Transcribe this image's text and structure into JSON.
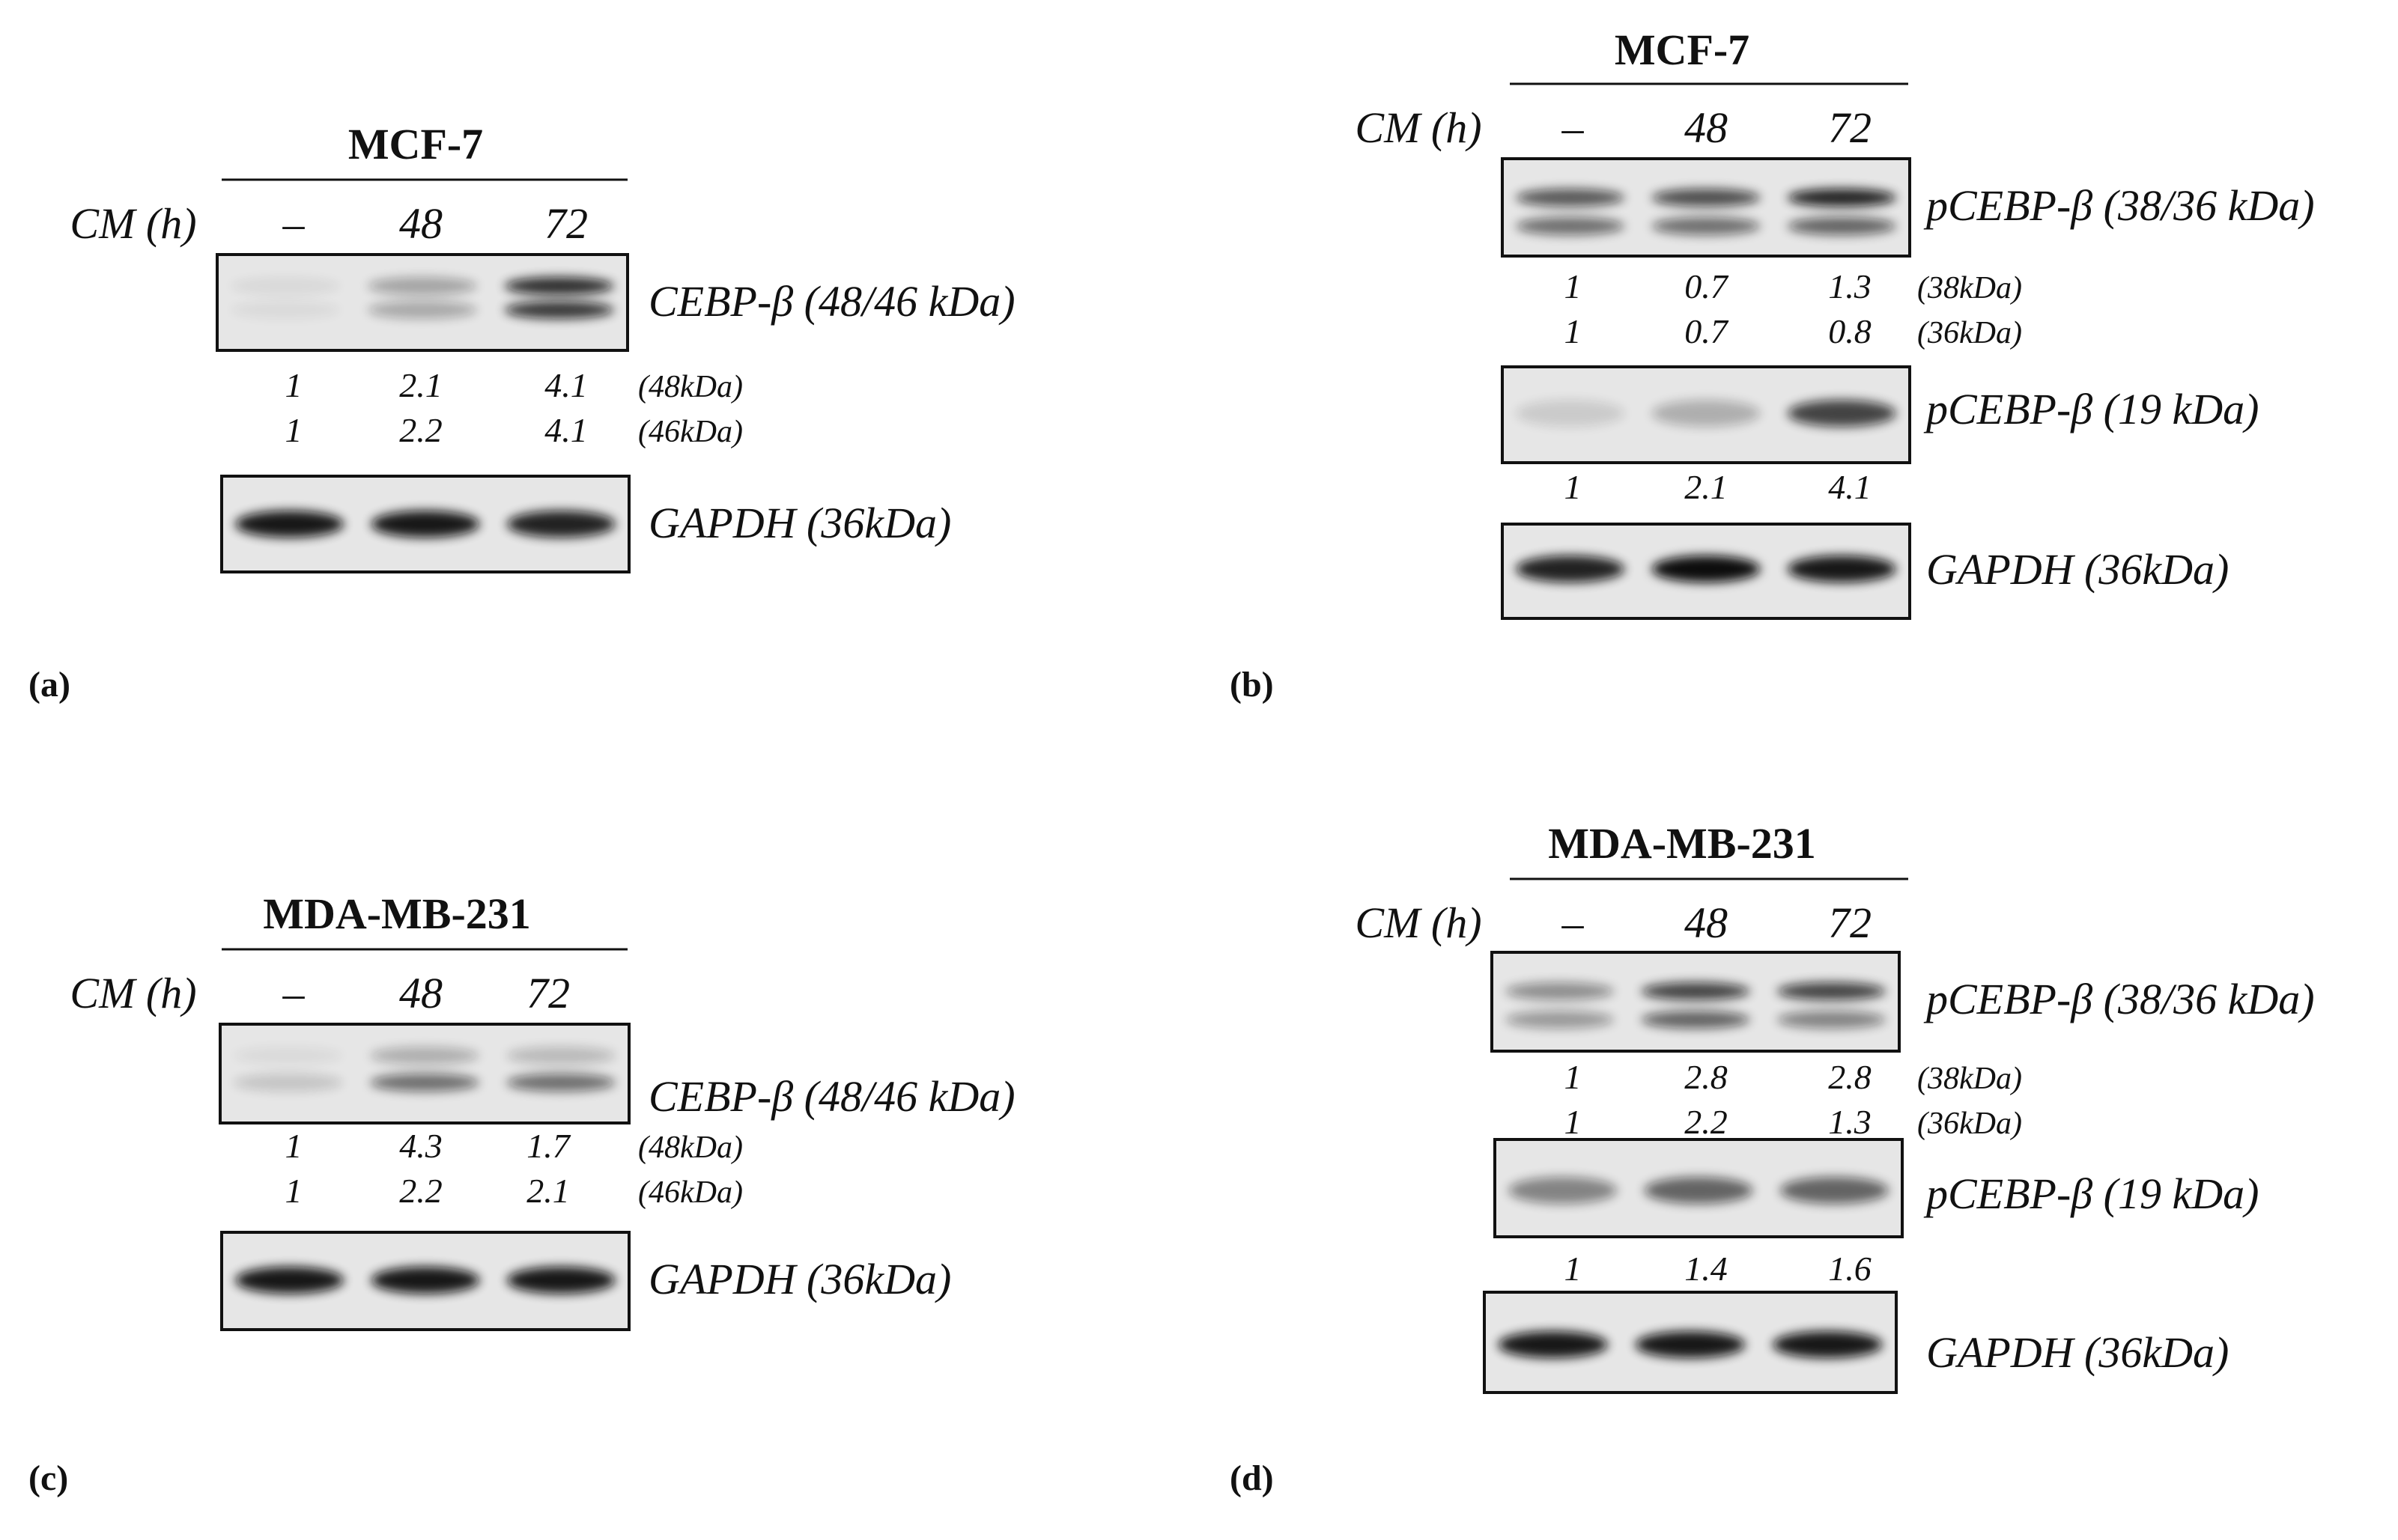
{
  "panels": [
    {
      "letter": "(a)",
      "cell_line": "MCF-7",
      "treatment_label": "CM (h)",
      "lanes": [
        "–",
        "48",
        "72"
      ],
      "blots": [
        {
          "label": "CEBP-β (48/46 kDa)",
          "bands": [
            {
              "intensity": [
                0.06,
                0.3,
                0.85
              ]
            },
            {
              "intensity": [
                0.05,
                0.28,
                0.8
              ]
            }
          ],
          "quant": [
            {
              "values": [
                "1",
                "2.1",
                "4.1"
              ],
              "unit": "(48kDa)"
            },
            {
              "values": [
                "1",
                "2.2",
                "4.1"
              ],
              "unit": "(46kDa)"
            }
          ]
        },
        {
          "label": "GAPDH (36kDa)",
          "bands": [
            {
              "intensity": [
                0.95,
                0.95,
                0.9
              ]
            }
          ],
          "quant": []
        }
      ]
    },
    {
      "letter": "(b)",
      "cell_line": "MCF-7",
      "treatment_label": "CM (h)",
      "lanes": [
        "–",
        "48",
        "72"
      ],
      "blots": [
        {
          "label": "pCEBP-β (38/36 kDa)",
          "bands": [
            {
              "intensity": [
                0.65,
                0.7,
                0.9
              ]
            },
            {
              "intensity": [
                0.55,
                0.55,
                0.6
              ]
            }
          ],
          "quant": [
            {
              "values": [
                "1",
                "0.7",
                "1.3"
              ],
              "unit": "(38kDa)"
            },
            {
              "values": [
                "1",
                "0.7",
                "0.8"
              ],
              "unit": "(36kDa)"
            }
          ]
        },
        {
          "label": "pCEBP-β (19 kDa)",
          "bands": [
            {
              "intensity": [
                0.12,
                0.25,
                0.75
              ]
            }
          ],
          "quant": [
            {
              "values": [
                "1",
                "2.1",
                "4.1"
              ],
              "unit": ""
            }
          ]
        },
        {
          "label": "GAPDH (36kDa)",
          "bands": [
            {
              "intensity": [
                0.9,
                1.0,
                0.95
              ]
            }
          ],
          "quant": []
        }
      ]
    },
    {
      "letter": "(c)",
      "cell_line": "MDA-MB-231",
      "treatment_label": "CM (h)",
      "lanes": [
        "–",
        "48",
        "72"
      ],
      "blots": [
        {
          "label": "CEBP-β (48/46 kDa)",
          "bands": [
            {
              "intensity": [
                0.05,
                0.25,
                0.2
              ]
            },
            {
              "intensity": [
                0.15,
                0.55,
                0.55
              ]
            }
          ],
          "quant": [
            {
              "values": [
                "1",
                "4.3",
                "1.7"
              ],
              "unit": "(48kDa)"
            },
            {
              "values": [
                "1",
                "2.2",
                "2.1"
              ],
              "unit": "(46kDa)"
            }
          ]
        },
        {
          "label": "GAPDH (36kDa)",
          "bands": [
            {
              "intensity": [
                0.95,
                0.95,
                0.95
              ]
            }
          ],
          "quant": []
        }
      ]
    },
    {
      "letter": "(d)",
      "cell_line": "MDA-MB-231",
      "treatment_label": "CM (h)",
      "lanes": [
        "–",
        "48",
        "72"
      ],
      "blots": [
        {
          "label": "pCEBP-β (38/36 kDa)",
          "bands": [
            {
              "intensity": [
                0.4,
                0.75,
                0.75
              ]
            },
            {
              "intensity": [
                0.35,
                0.6,
                0.45
              ]
            }
          ],
          "quant": [
            {
              "values": [
                "1",
                "2.8",
                "2.8"
              ],
              "unit": "(38kDa)"
            },
            {
              "values": [
                "1",
                "2.2",
                "1.3"
              ],
              "unit": "(36kDa)"
            }
          ]
        },
        {
          "label": "pCEBP-β (19 kDa)",
          "bands": [
            {
              "intensity": [
                0.45,
                0.6,
                0.6
              ]
            }
          ],
          "quant": [
            {
              "values": [
                "1",
                "1.4",
                "1.6"
              ],
              "unit": ""
            }
          ]
        },
        {
          "label": "GAPDH (36kDa)",
          "bands": [
            {
              "intensity": [
                0.95,
                0.95,
                0.95
              ]
            }
          ],
          "quant": []
        }
      ]
    }
  ],
  "colors": {
    "ink": "#111111",
    "membrane": "#e6e6e6",
    "band": "#0a0a0a"
  }
}
